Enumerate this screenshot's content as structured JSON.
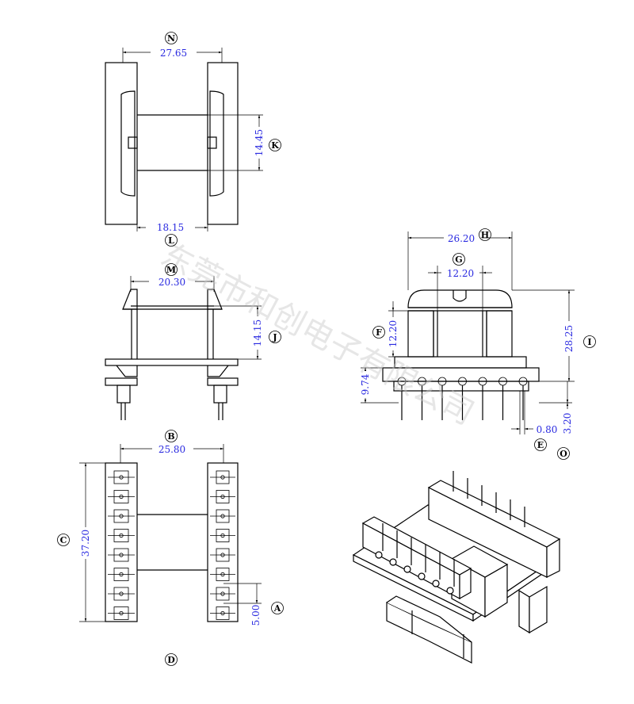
{
  "dimensions": {
    "N": "27.65",
    "K": "14.45",
    "L": "18.15",
    "M": "20.30",
    "J": "14.15",
    "H": "26.20",
    "G": "12.20",
    "F": "12.20",
    "I": "28.25",
    "E_left": "9.74",
    "E": "0.80",
    "O": "3.20",
    "B": "25.80",
    "C": "37.20",
    "A": "5.00"
  },
  "labels": {
    "N": "N",
    "K": "K",
    "L": "L",
    "M": "M",
    "J": "J",
    "H": "H",
    "G": "G",
    "F": "F",
    "I": "I",
    "E": "E",
    "O": "O",
    "B": "B",
    "C": "C",
    "A": "A",
    "D": "D"
  },
  "watermark": "东莞市和创电子有限公司"
}
